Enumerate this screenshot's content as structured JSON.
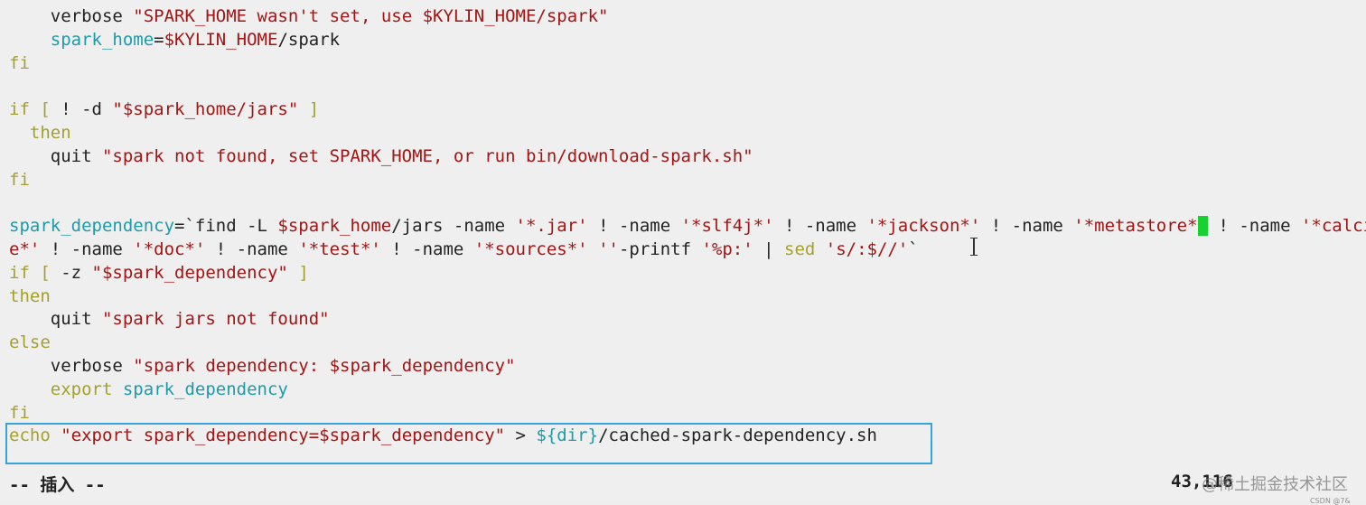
{
  "editor": {
    "lines": [
      [
        {
          "t": "    verbose ",
          "c": "plain"
        },
        {
          "t": "\"SPARK_HOME wasn't set, use $KYLIN_HOME/spark\"",
          "c": "str"
        }
      ],
      [
        {
          "t": "    spark_home",
          "c": "var"
        },
        {
          "t": "=",
          "c": "plain"
        },
        {
          "t": "$KYLIN_HOME",
          "c": "str"
        },
        {
          "t": "/spark",
          "c": "plain"
        }
      ],
      [
        {
          "t": "fi",
          "c": "kw"
        }
      ],
      [
        {
          "t": "",
          "c": "plain"
        }
      ],
      [
        {
          "t": "if [ ",
          "c": "kw"
        },
        {
          "t": "! -d ",
          "c": "plain"
        },
        {
          "t": "\"$spark_home/jars\"",
          "c": "str"
        },
        {
          "t": " ]",
          "c": "kw"
        }
      ],
      [
        {
          "t": "  then",
          "c": "kw"
        }
      ],
      [
        {
          "t": "    quit ",
          "c": "plain"
        },
        {
          "t": "\"spark not found, set SPARK_HOME, or run bin/download-spark.sh\"",
          "c": "str"
        }
      ],
      [
        {
          "t": "fi",
          "c": "kw"
        }
      ],
      [
        {
          "t": "",
          "c": "plain"
        }
      ],
      [
        {
          "t": "spark_dependency",
          "c": "var"
        },
        {
          "t": "=`find -L ",
          "c": "plain"
        },
        {
          "t": "$spark_home",
          "c": "str"
        },
        {
          "t": "/jars -name ",
          "c": "plain"
        },
        {
          "t": "'*.jar'",
          "c": "str"
        },
        {
          "t": " ! -name ",
          "c": "plain"
        },
        {
          "t": "'*slf4j*'",
          "c": "str"
        },
        {
          "t": " ! -name ",
          "c": "plain"
        },
        {
          "t": "'*jackson*'",
          "c": "str"
        },
        {
          "t": " ! -name ",
          "c": "plain"
        },
        {
          "t": "'*metastore*",
          "c": "str"
        },
        {
          "t": "'",
          "c": "cursor-block"
        },
        {
          "t": " ! -name ",
          "c": "plain"
        },
        {
          "t": "'*calcit",
          "c": "str"
        }
      ],
      [
        {
          "t": "e*'",
          "c": "str"
        },
        {
          "t": " ! -name ",
          "c": "plain"
        },
        {
          "t": "'*doc*'",
          "c": "str"
        },
        {
          "t": " ! -name ",
          "c": "plain"
        },
        {
          "t": "'*test*'",
          "c": "str"
        },
        {
          "t": " ! -name ",
          "c": "plain"
        },
        {
          "t": "'*sources*'",
          "c": "str"
        },
        {
          "t": " ''",
          "c": "str"
        },
        {
          "t": "-printf ",
          "c": "plain"
        },
        {
          "t": "'%p:'",
          "c": "str"
        },
        {
          "t": " | ",
          "c": "plain"
        },
        {
          "t": "sed ",
          "c": "kw"
        },
        {
          "t": "'s/:$//'",
          "c": "str"
        },
        {
          "t": "`",
          "c": "plain"
        }
      ],
      [
        {
          "t": "if [ ",
          "c": "kw"
        },
        {
          "t": "-z ",
          "c": "plain"
        },
        {
          "t": "\"$spark_dependency\"",
          "c": "str"
        },
        {
          "t": " ]",
          "c": "kw"
        }
      ],
      [
        {
          "t": "then",
          "c": "kw"
        }
      ],
      [
        {
          "t": "    quit ",
          "c": "plain"
        },
        {
          "t": "\"spark jars not found\"",
          "c": "str"
        }
      ],
      [
        {
          "t": "else",
          "c": "kw"
        }
      ],
      [
        {
          "t": "    verbose ",
          "c": "plain"
        },
        {
          "t": "\"spark dependency: $spark_dependency\"",
          "c": "str"
        }
      ],
      [
        {
          "t": "    export ",
          "c": "kw"
        },
        {
          "t": "spark_dependency",
          "c": "var"
        }
      ],
      [
        {
          "t": "fi",
          "c": "kw"
        }
      ],
      [
        {
          "t": "echo ",
          "c": "kw"
        },
        {
          "t": "\"export spark_dependency=$spark_dependency\"",
          "c": "str"
        },
        {
          "t": " > ",
          "c": "plain"
        },
        {
          "t": "${dir}",
          "c": "var"
        },
        {
          "t": "/cached-spark-dependency.sh",
          "c": "plain"
        }
      ]
    ]
  },
  "status": {
    "mode": "-- 插入 --",
    "position": "43,116",
    "watermark": "@稀土掘金技术社区",
    "watermark_small": "CSDN @7&"
  }
}
